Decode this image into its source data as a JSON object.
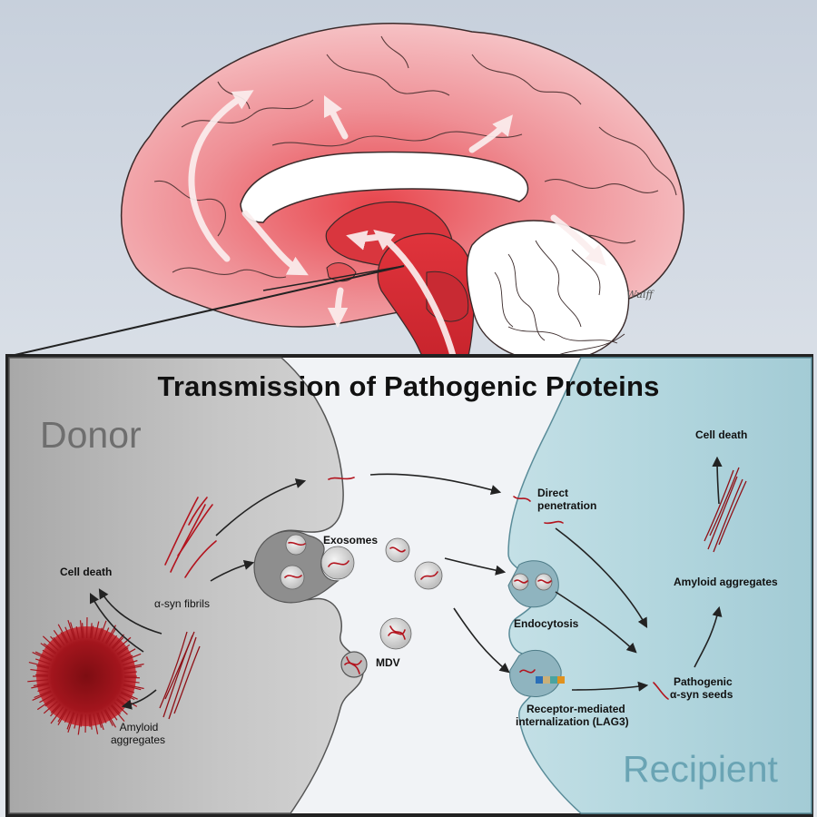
{
  "title": "Transmission of Pathogenic Proteins",
  "cells": {
    "donor": "Donor",
    "recipient": "Recipient"
  },
  "labels": {
    "cell_death_donor": "Cell death",
    "syn_fibrils": "α-syn fibrils",
    "amyloid_aggregates_donor_1": "Amyloid",
    "amyloid_aggregates_donor_2": "aggregates",
    "exosomes": "Exosomes",
    "mdv": "MDV",
    "direct_penetration_1": "Direct",
    "direct_penetration_2": "penetration",
    "endocytosis": "Endocytosis",
    "receptor_1": "Receptor-mediated",
    "receptor_2": "internalization (LAG3)",
    "pathogenic_1": "Pathogenic",
    "pathogenic_2": "α-syn seeds",
    "amyloid_aggregates_recipient": "Amyloid aggregates",
    "cell_death_recipient": "Cell death"
  },
  "colors": {
    "brain_red": "#d9323c",
    "brain_pink": "#f3b9bd",
    "donor_gray": "#b9b9b9",
    "recipient_blue": "#a9cfd8",
    "fibril_red": "#b3141e"
  }
}
